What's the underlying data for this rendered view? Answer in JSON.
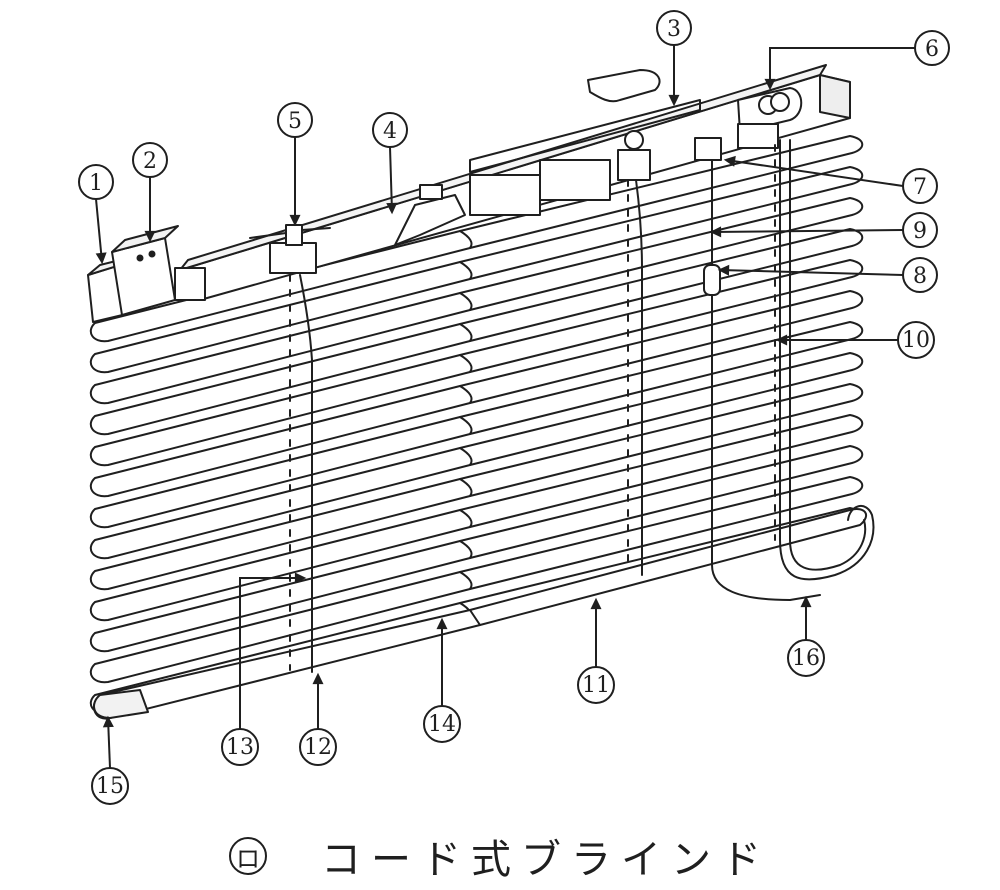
{
  "colors": {
    "ink": "#1f1f1f",
    "background": "#ffffff",
    "fill": "#ffffff"
  },
  "callouts": [
    {
      "id": "1",
      "label": "1"
    },
    {
      "id": "2",
      "label": "2"
    },
    {
      "id": "3",
      "label": "3"
    },
    {
      "id": "4",
      "label": "4"
    },
    {
      "id": "5",
      "label": "5"
    },
    {
      "id": "6",
      "label": "6"
    },
    {
      "id": "7",
      "label": "7"
    },
    {
      "id": "8",
      "label": "8"
    },
    {
      "id": "9",
      "label": "9"
    },
    {
      "id": "10",
      "label": "10"
    },
    {
      "id": "11",
      "label": "11"
    },
    {
      "id": "12",
      "label": "12"
    },
    {
      "id": "13",
      "label": "13"
    },
    {
      "id": "14",
      "label": "14"
    },
    {
      "id": "15",
      "label": "15"
    },
    {
      "id": "16",
      "label": "16"
    }
  ],
  "caption": {
    "mark": "ロ",
    "title": "コード式ブラインド"
  }
}
